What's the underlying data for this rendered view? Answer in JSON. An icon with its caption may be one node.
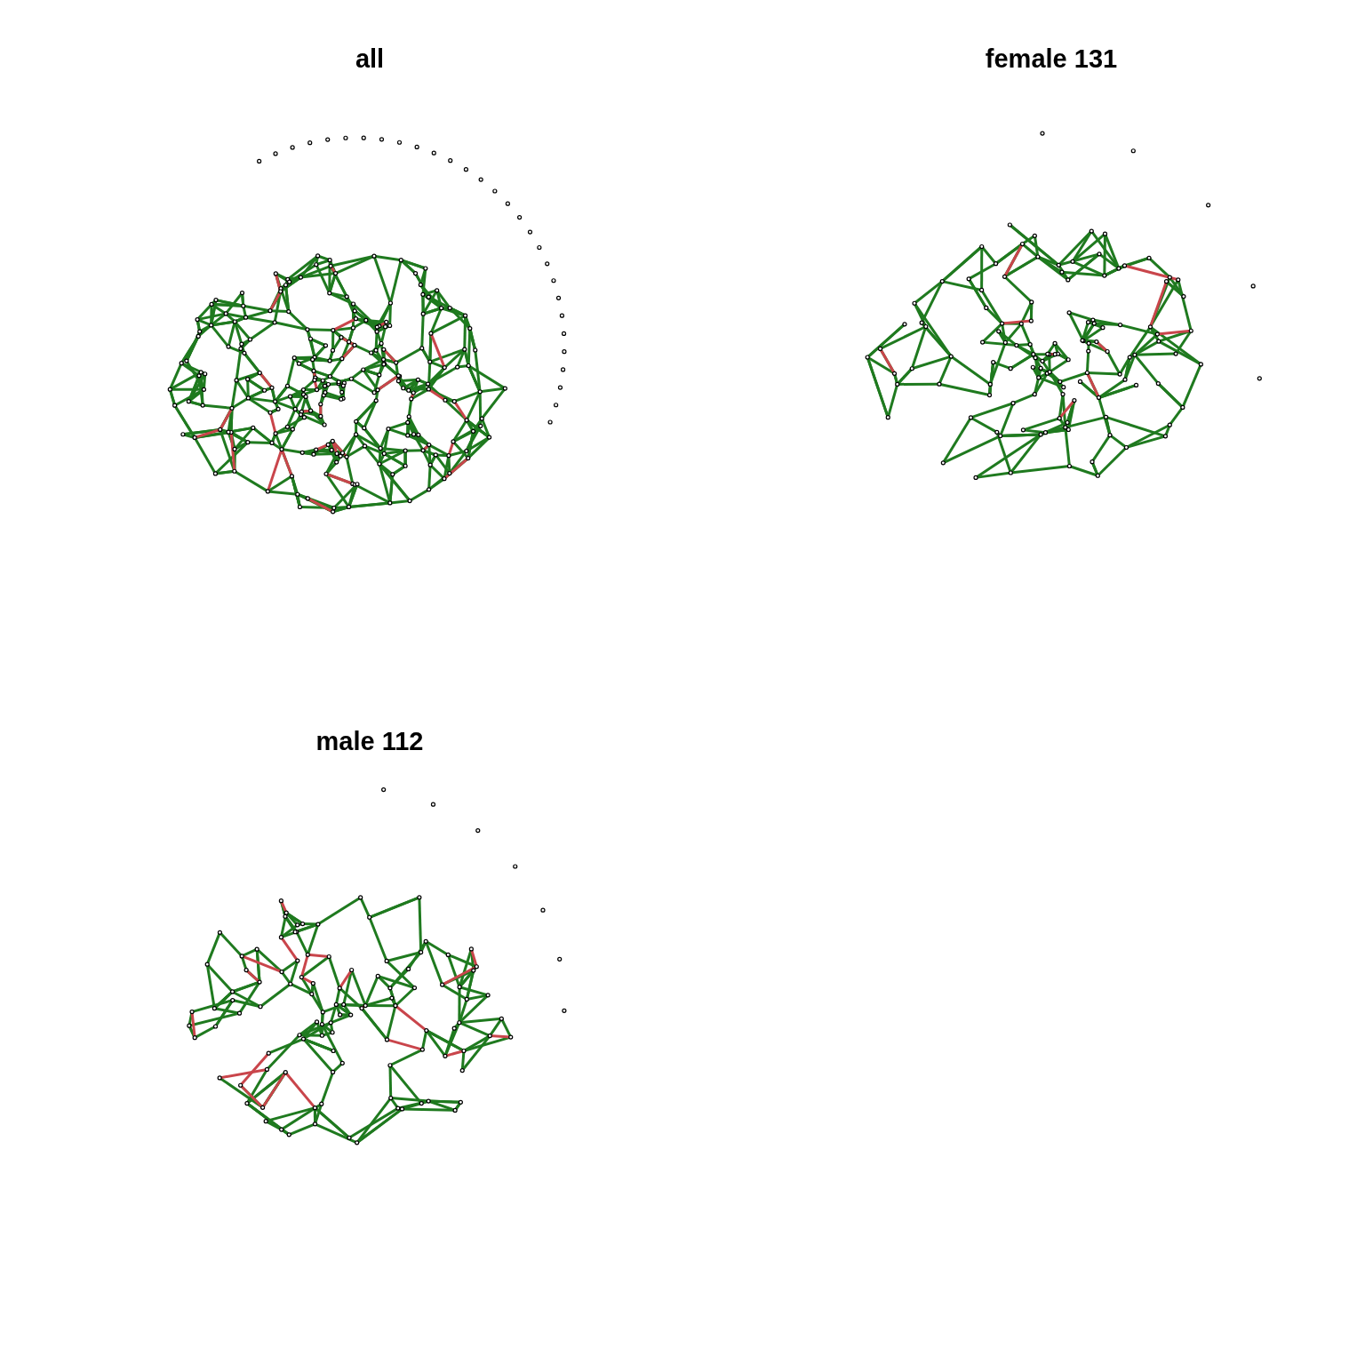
{
  "diagram": {
    "labels": [
      "all",
      "female 131",
      "male 112"
    ]
  }
}
